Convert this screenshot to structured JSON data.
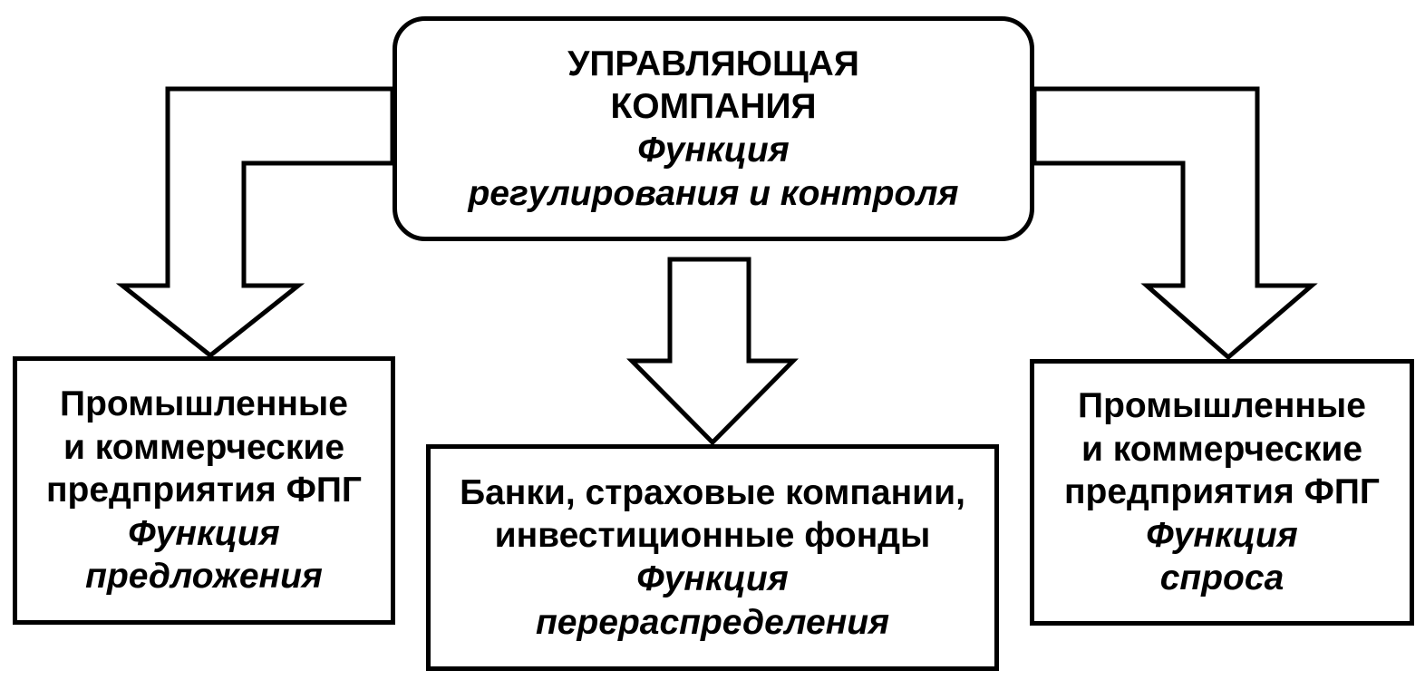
{
  "top": {
    "title": "УПРАВЛЯЮЩАЯ\nКОМПАНИЯ",
    "function": "Функция\nрегулирования и контроля"
  },
  "left": {
    "title": "Промышленные\nи коммерческие\nпредприятия ФПГ",
    "function": "Функция\nпредложения"
  },
  "center": {
    "title": "Банки, страховые компании,\nинвестиционные фонды",
    "function": "Функция\nперераспределения"
  },
  "right": {
    "title": "Промышленные\nи коммерческие\nпредприятия ФПГ",
    "function": "Функция\nспроса"
  }
}
